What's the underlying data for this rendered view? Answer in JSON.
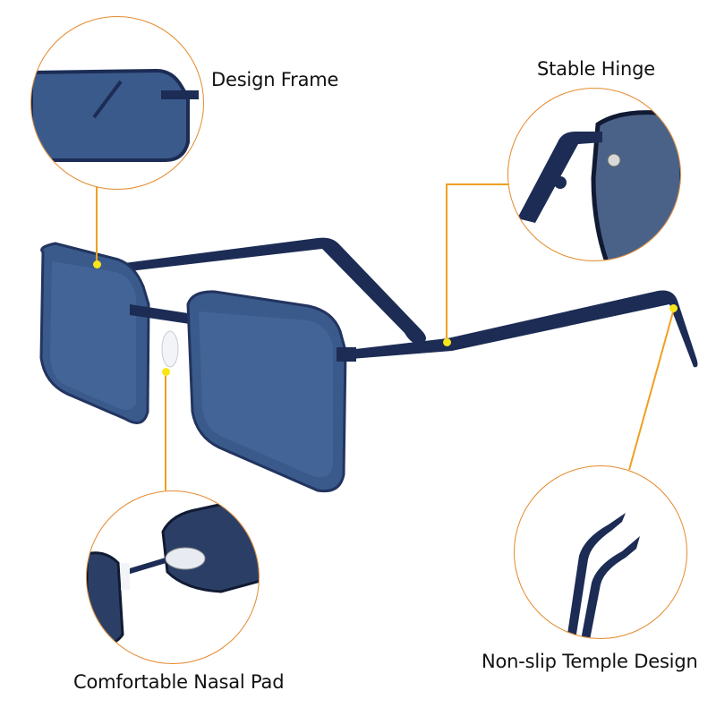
{
  "features": [
    {
      "id": "design-frame",
      "label": "Design Frame"
    },
    {
      "id": "stable-hinge",
      "label": "Stable Hinge"
    },
    {
      "id": "nasal-pad",
      "label": "Comfortable Nasal Pad"
    },
    {
      "id": "temple",
      "label": "Non-slip Temple Design"
    }
  ],
  "colors": {
    "callout_line": "#f0a020",
    "circle_border": "#e58a2e",
    "anchor_dot": "#f8e61a",
    "lens": "#3f5f8f",
    "frame": "#1c2c55"
  }
}
